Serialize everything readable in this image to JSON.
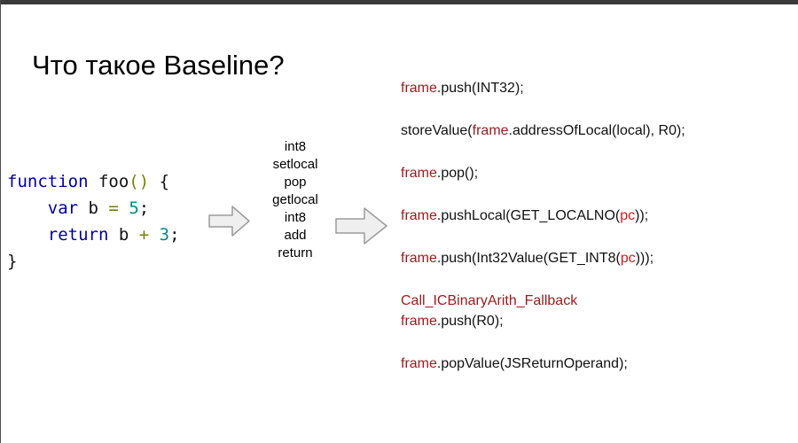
{
  "slide": {
    "title": "Что такое Baseline?",
    "source_code": {
      "lines": [
        {
          "segments": [
            {
              "text": "function",
              "cls": "kw"
            },
            {
              "text": " foo",
              "cls": "pl"
            },
            {
              "text": "()",
              "cls": "op"
            },
            {
              "text": " {",
              "cls": "pl"
            }
          ]
        },
        {
          "segments": [
            {
              "text": "    ",
              "cls": "pl"
            },
            {
              "text": "var",
              "cls": "kw"
            },
            {
              "text": " b ",
              "cls": "pl"
            },
            {
              "text": "=",
              "cls": "op"
            },
            {
              "text": " ",
              "cls": "pl"
            },
            {
              "text": "5",
              "cls": "num"
            },
            {
              "text": ";",
              "cls": "pl"
            }
          ]
        },
        {
          "segments": [
            {
              "text": "    ",
              "cls": "pl"
            },
            {
              "text": "return",
              "cls": "kw"
            },
            {
              "text": " b ",
              "cls": "pl"
            },
            {
              "text": "+",
              "cls": "op"
            },
            {
              "text": " ",
              "cls": "pl"
            },
            {
              "text": "3",
              "cls": "num"
            },
            {
              "text": ";",
              "cls": "pl"
            }
          ]
        },
        {
          "segments": [
            {
              "text": "}",
              "cls": "pl"
            }
          ]
        }
      ]
    },
    "bytecode": {
      "ops": [
        "int8",
        "setlocal",
        "pop",
        "getlocal",
        "int8",
        "add",
        "return"
      ]
    },
    "baseline_code": {
      "lines": [
        {
          "tight": false,
          "segments": [
            {
              "text": "frame",
              "cls": "maroon"
            },
            {
              "text": ".push(INT32);",
              "cls": "pl"
            }
          ]
        },
        {
          "tight": false,
          "segments": [
            {
              "text": "storeValue(",
              "cls": "pl"
            },
            {
              "text": "frame",
              "cls": "maroon"
            },
            {
              "text": ".addressOfLocal(local), R0);",
              "cls": "pl"
            }
          ]
        },
        {
          "tight": false,
          "segments": [
            {
              "text": "frame",
              "cls": "maroon"
            },
            {
              "text": ".pop();",
              "cls": "pl"
            }
          ]
        },
        {
          "tight": false,
          "segments": [
            {
              "text": "frame",
              "cls": "maroon"
            },
            {
              "text": ".pushLocal(GET_LOCALNO(",
              "cls": "pl"
            },
            {
              "text": "pc",
              "cls": "red"
            },
            {
              "text": "));",
              "cls": "pl"
            }
          ]
        },
        {
          "tight": false,
          "segments": [
            {
              "text": "frame",
              "cls": "maroon"
            },
            {
              "text": ".push(Int32Value(GET_INT8(",
              "cls": "pl"
            },
            {
              "text": "pc",
              "cls": "red"
            },
            {
              "text": ")));",
              "cls": "pl"
            }
          ]
        },
        {
          "tight": true,
          "segments": [
            {
              "text": "Call_ICBinaryArith_Fallback",
              "cls": "maroon"
            }
          ]
        },
        {
          "tight": false,
          "segments": [
            {
              "text": "frame",
              "cls": "maroon"
            },
            {
              "text": ".push(R0);",
              "cls": "pl"
            }
          ]
        },
        {
          "tight": false,
          "segments": [
            {
              "text": "frame",
              "cls": "maroon"
            },
            {
              "text": ".popValue(JSReturnOperand);",
              "cls": "pl"
            }
          ]
        }
      ]
    },
    "colors": {
      "keyword_navy": "#0000a0",
      "operator_olive": "#7d7d00",
      "number_teal": "#008b8b",
      "frame_maroon": "#9a1b1b",
      "pc_red": "#cf1a1a",
      "arrow_fill": "#efefef",
      "arrow_stroke": "#9b9b9b",
      "top_bar": "#3a3a3a"
    }
  }
}
